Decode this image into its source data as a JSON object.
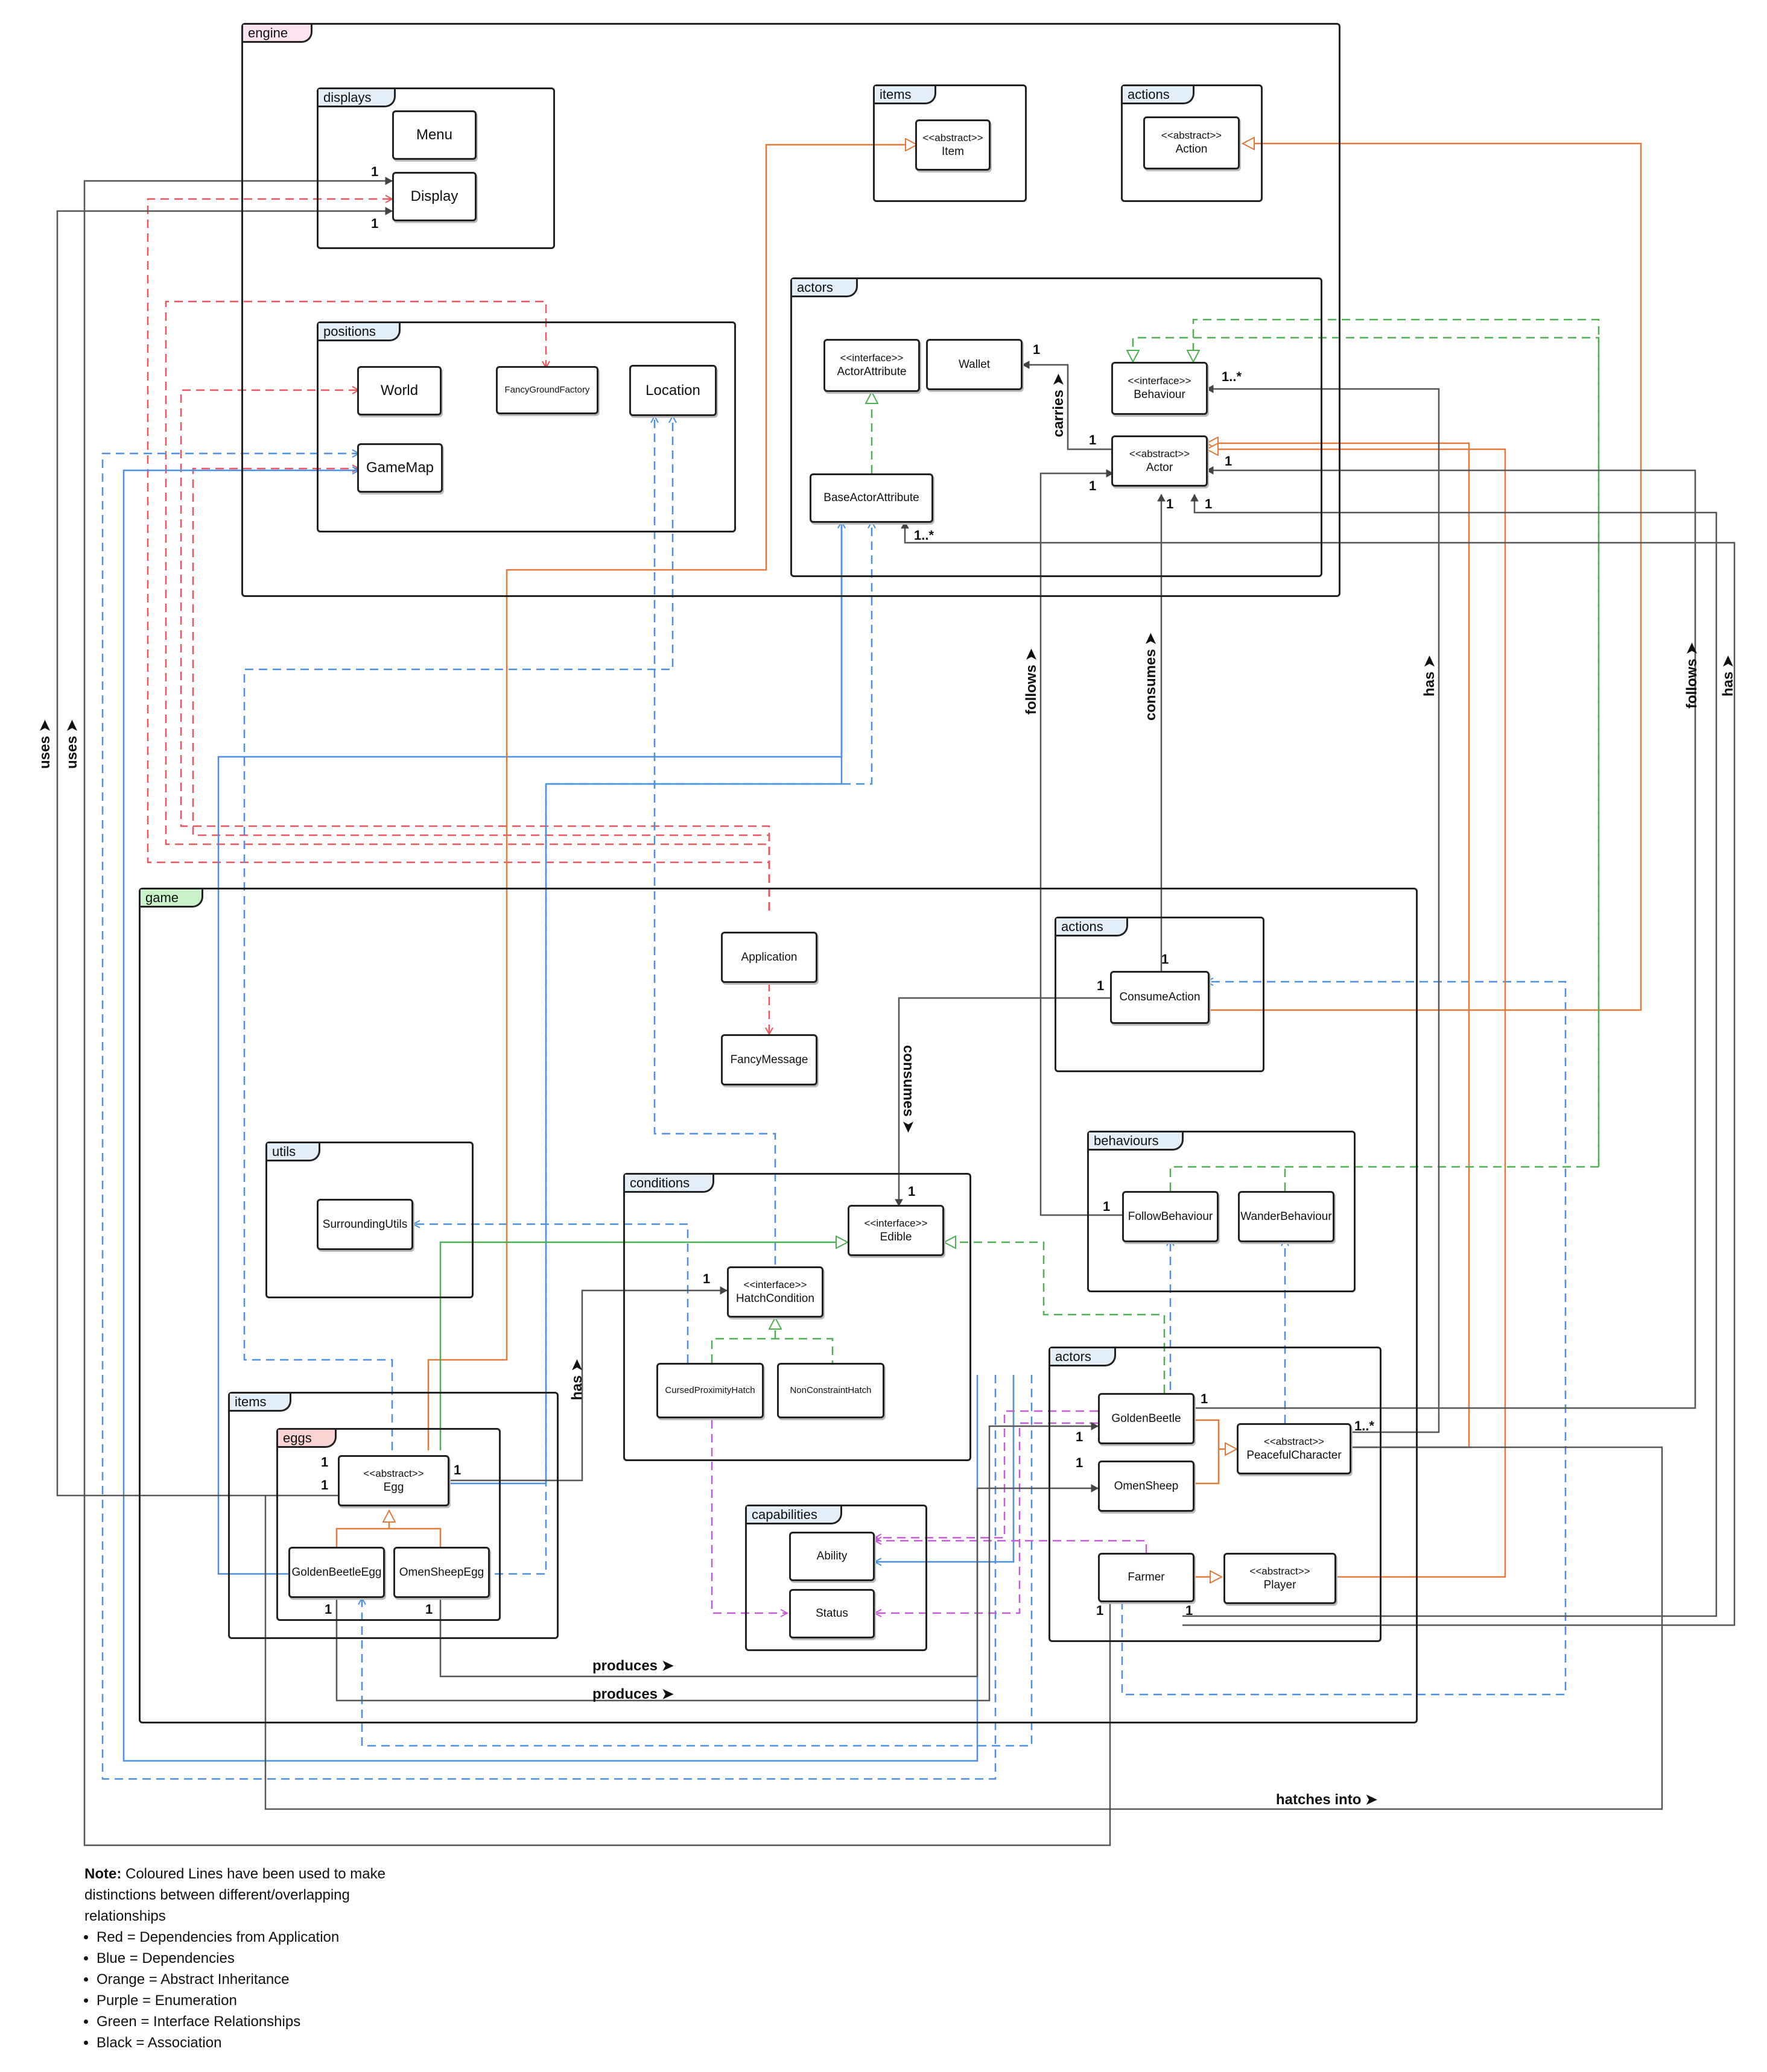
{
  "packages": {
    "engine": "engine",
    "displays": "displays",
    "items": "items",
    "actions": "actions",
    "positions": "positions",
    "actors": "actors",
    "game": "game",
    "game_actions": "actions",
    "utils": "utils",
    "conditions": "conditions",
    "behaviours": "behaviours",
    "game_items": "items",
    "eggs": "eggs",
    "capabilities": "capabilities",
    "game_actors": "actors"
  },
  "classes": {
    "menu": {
      "name": "Menu"
    },
    "display": {
      "name": "Display"
    },
    "item": {
      "stereotype": "<<abstract>>",
      "name": "Item"
    },
    "action": {
      "stereotype": "<<abstract>>",
      "name": "Action"
    },
    "world": {
      "name": "World"
    },
    "fancy_ground_factory": {
      "name": "FancyGroundFactory"
    },
    "location": {
      "name": "Location"
    },
    "gamemap": {
      "name": "GameMap"
    },
    "actor_attribute": {
      "stereotype": "<<interface>>",
      "name": "ActorAttribute"
    },
    "wallet": {
      "name": "Wallet"
    },
    "behaviour": {
      "stereotype": "<<interface>>",
      "name": "Behaviour"
    },
    "base_actor_attribute": {
      "name": "BaseActorAttribute"
    },
    "actor": {
      "stereotype": "<<abstract>>",
      "name": "Actor"
    },
    "application": {
      "name": "Application"
    },
    "fancy_message": {
      "name": "FancyMessage"
    },
    "consume_action": {
      "name": "ConsumeAction"
    },
    "surrounding_utils": {
      "name": "SurroundingUtils"
    },
    "edible": {
      "stereotype": "<<interface>>",
      "name": "Edible"
    },
    "hatch_condition": {
      "stereotype": "<<interface>>",
      "name": "HatchCondition"
    },
    "cursed_proximity_hatch": {
      "name": "CursedProximityHatch"
    },
    "non_constraint_hatch": {
      "name": "NonConstraintHatch"
    },
    "follow_behaviour": {
      "name": "FollowBehaviour"
    },
    "wander_behaviour": {
      "name": "WanderBehaviour"
    },
    "egg": {
      "stereotype": "<<abstract>>",
      "name": "Egg"
    },
    "golden_beetle_egg": {
      "name": "GoldenBeetleEgg"
    },
    "omen_sheep_egg": {
      "name": "OmenSheepEgg"
    },
    "ability": {
      "name": "Ability"
    },
    "status": {
      "name": "Status"
    },
    "golden_beetle": {
      "name": "GoldenBeetle"
    },
    "peaceful_character": {
      "stereotype": "<<abstract>>",
      "name": "PeacefulCharacter"
    },
    "omen_sheep": {
      "name": "OmenSheep"
    },
    "farmer": {
      "name": "Farmer"
    },
    "player": {
      "stereotype": "<<abstract>>",
      "name": "Player"
    }
  },
  "labels": {
    "uses": "uses ➤",
    "carries": "carries ➤",
    "follows": "follows ➤",
    "consumes": "consumes ➤",
    "has": "has ➤",
    "consumes_down": "consumes ➤",
    "produces": "produces ➤",
    "hatches_into": "hatches into ➤"
  },
  "multiplicities": {
    "one": "1",
    "one_to_many": "1..*"
  },
  "note": {
    "heading": "Note:",
    "text": " Coloured Lines have been used to make distinctions between different/overlapping relationships",
    "items": [
      "Red = Dependencies from Application",
      "Blue = Dependencies",
      "Orange = Abstract Inheritance",
      "Purple = Enumeration",
      "Green = Interface Relationships",
      "Black = Association"
    ]
  },
  "colors": {
    "red": "#e8555a",
    "blue": "#4a90e2",
    "orange": "#e07a3a",
    "purple": "#c45ad8",
    "green": "#4cb050",
    "black": "#555555",
    "engine_tab": "#fde2ef",
    "game_tab": "#c9f2c9",
    "pkg_tab": "#e3eef9",
    "eggs_tab": "#fbd3d3"
  }
}
